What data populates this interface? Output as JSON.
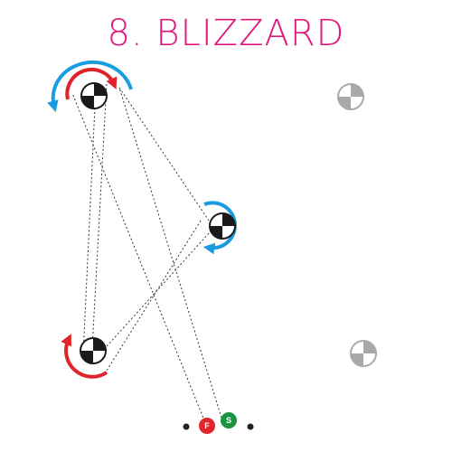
{
  "title": "8. BLIZZARD",
  "colors": {
    "title": "#e0177d",
    "active_pole": "#1a1a1a",
    "inactive_pole": "#a9a9a9",
    "path": "#333333",
    "arc_blue": "#1a9de0",
    "arc_red": "#e0242b",
    "start_marker": "#1a9440",
    "finish_marker": "#e0242b",
    "dot": "#222222"
  },
  "markers": {
    "finish_letter": "F",
    "start_letter": "S"
  }
}
